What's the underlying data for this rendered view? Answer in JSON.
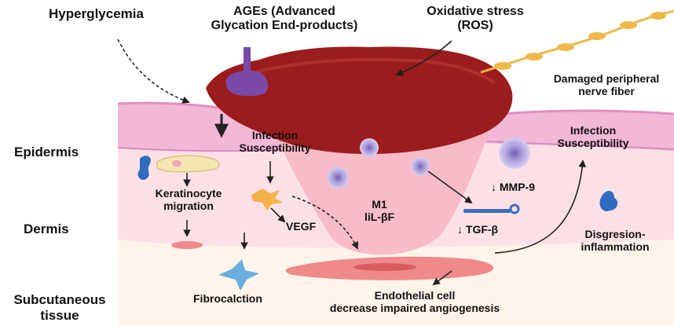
{
  "labels": {
    "hyperglycemia": "Hyperglycemia",
    "ages_line1": "AGEs (Advanced",
    "ages_line2": "Glycation End-products)",
    "ox_line1": "Oxidative stress",
    "ox_line2": "(ROS)",
    "nerve_line1": "Damaged peripheral",
    "nerve_line2": "nerve fiber",
    "epidermis": "Epidermis",
    "dermis": "Dermis",
    "subcut_line1": "Subcutaneous",
    "subcut_line2": "tissue",
    "infection_left_line1": "Infection",
    "infection_left_line2": "Susceptibility",
    "keratinocyte_line1": "Keratinocyte",
    "keratinocyte_line2": "migration",
    "vegf": "VEGF",
    "m1_line1": "M1",
    "m1_line2": "liL-βF",
    "mmp9": "MMP-9",
    "tgfb": "TGF-β",
    "infection_right_line1": "Infection",
    "infection_right_line2": "Susceptibility",
    "disgression_line1": "Disgresion-",
    "disgression_line2": "inflammation",
    "fibrocalction": "Fibrocalction",
    "endothelial_line1": "Endothelial cell",
    "endothelial_line2": "decrease impaired angiogenesis"
  },
  "colors": {
    "epidermis": "#f2b8d6",
    "dermis": "#fbe1e6",
    "wound_bed": "#f7b7c4",
    "scab": "#9b1c1c",
    "ages": "#7b4aa8",
    "nerve": "#f0b84a",
    "macrophage": "#a99ad8",
    "vessel": "#f08a8a",
    "fibroblast": "#6aaee0",
    "keratinocyte": "#f5e6b0",
    "arrow": "#222222"
  }
}
